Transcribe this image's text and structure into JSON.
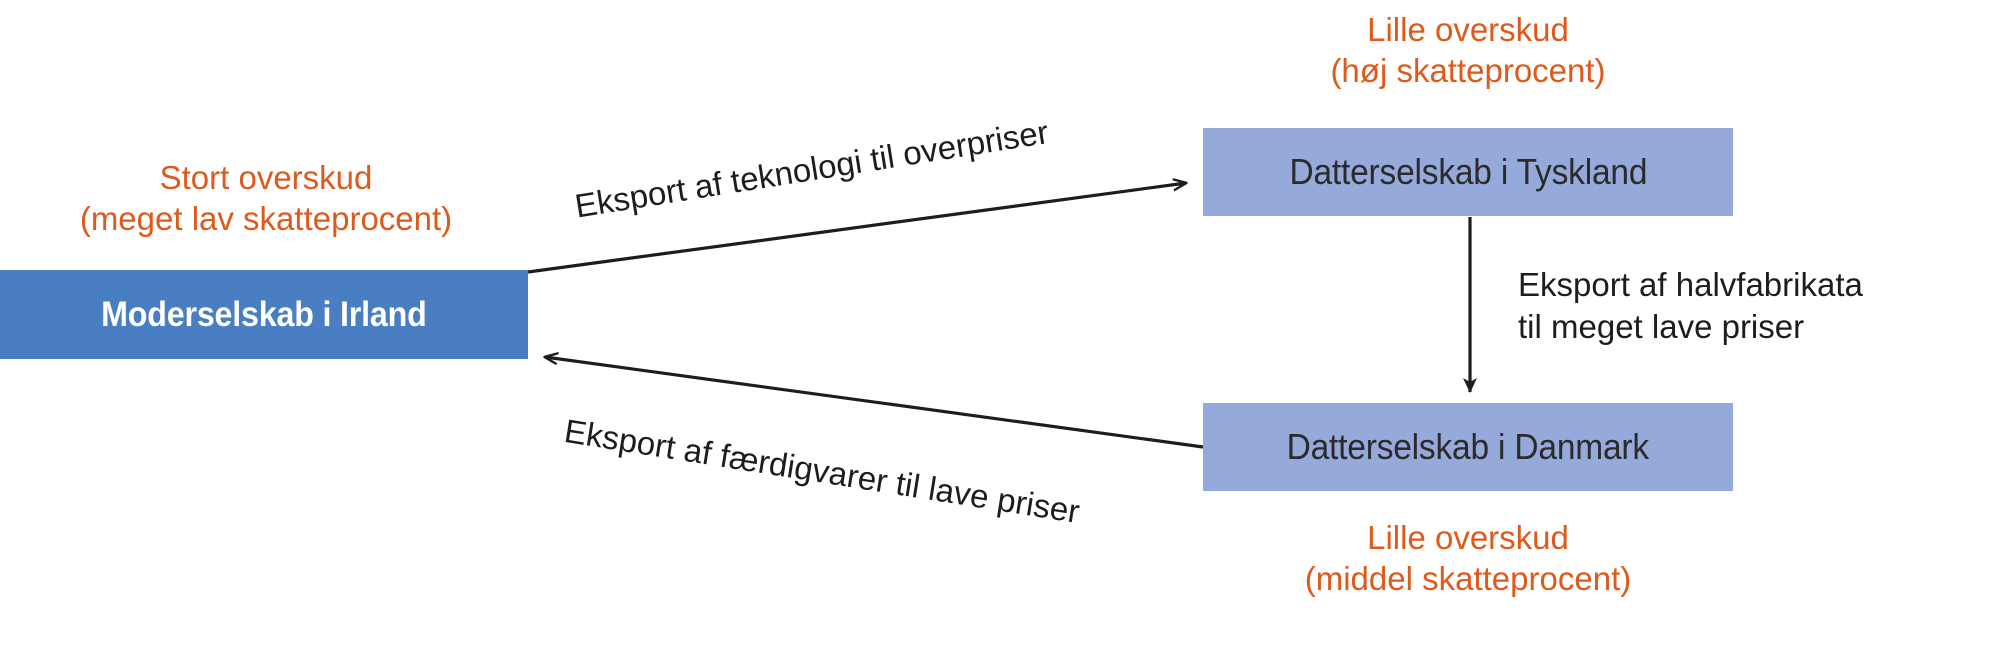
{
  "diagram": {
    "type": "flow-diagram",
    "title_visible": false,
    "colors": {
      "parent_box": "#4a7ec3",
      "subsidiary_box": "#95a9da",
      "annotation_orange": "#de5a1c",
      "arrow": "#1d1d1d",
      "parent_text": "#ffffff",
      "subsidiary_text": "#2b2b2b",
      "background": "#ffffff"
    },
    "nodes": [
      {
        "id": "parent",
        "label": "Moderselskab i Irland",
        "annotation_line1": "Stort overskud",
        "annotation_line2": "(meget lav skatteprocent)",
        "annotation_position": "above"
      },
      {
        "id": "germany",
        "label": "Datterselskab i Tyskland",
        "annotation_line1": "Lille overskud",
        "annotation_line2": "(høj skatteprocent)",
        "annotation_position": "above"
      },
      {
        "id": "denmark",
        "label": "Datterselskab i Danmark",
        "annotation_line1": "Lille overskud",
        "annotation_line2": "(middel skatteprocent)",
        "annotation_position": "below"
      }
    ],
    "edges": [
      {
        "id": "tech",
        "from": "parent",
        "to": "germany",
        "label": "Eksport af teknologi til overpriser",
        "direction": "parent-to-germany"
      },
      {
        "id": "semi",
        "from": "germany",
        "to": "denmark",
        "label_line1": "Eksport af halvfabrikata",
        "label_line2": "til meget lave priser",
        "direction": "germany-to-denmark"
      },
      {
        "id": "finished",
        "from": "denmark",
        "to": "parent",
        "label": "Eksport af færdigvarer til lave priser",
        "direction": "denmark-to-parent"
      }
    ]
  }
}
